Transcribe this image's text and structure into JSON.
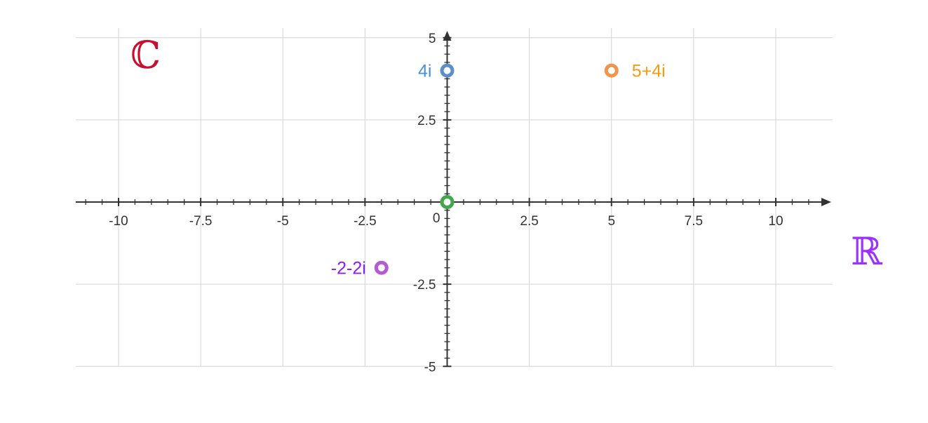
{
  "chart_data": {
    "type": "scatter",
    "title": "",
    "xlabel": "ℝ",
    "ylabel": "ℂ",
    "xlim": [
      -11.3,
      11.3
    ],
    "ylim": [
      -5,
      5
    ],
    "grid": true,
    "x_ticks": [
      -10,
      -7.5,
      -5,
      -2.5,
      2.5,
      5,
      7.5,
      10
    ],
    "x_tick_labels": [
      "-10",
      "-7.5",
      "-5",
      "-2.5",
      "2.5",
      "5",
      "7.5",
      "10"
    ],
    "y_ticks": [
      5,
      2.5,
      -2.5,
      -5
    ],
    "y_tick_labels": [
      "5",
      "2.5",
      "-2.5",
      "-5"
    ],
    "origin_label": "0",
    "points": [
      {
        "label": "4i",
        "x": 0,
        "y": 4,
        "color": "#5b8fc7",
        "text_color": "#4a90d9"
      },
      {
        "label": "5+4i",
        "x": 5,
        "y": 4,
        "color": "#f0964a",
        "text_color": "#f39c12"
      },
      {
        "label": "-2-2i",
        "x": -2,
        "y": -2,
        "color": "#b45ad6",
        "text_color": "#8e1ef0"
      },
      {
        "label": "",
        "x": 0,
        "y": 0,
        "color": "#3fa84a",
        "text_color": "#3fa84a"
      }
    ],
    "colors": {
      "complex_symbol": "#c8102e",
      "real_symbol": "#9b30ff",
      "grid": "#d3d3d3",
      "axis": "#333333"
    }
  }
}
